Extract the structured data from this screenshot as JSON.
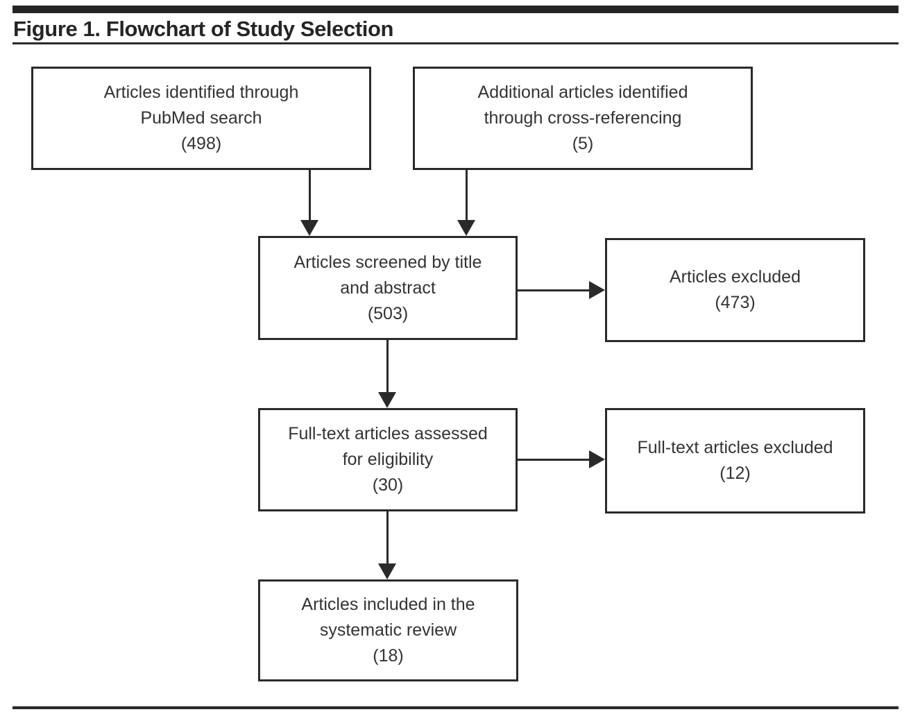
{
  "figure": {
    "title": "Figure 1. Flowchart of Study Selection"
  },
  "flowchart": {
    "boxes": [
      {
        "id": "pubmed",
        "lines": [
          "Articles identified through",
          "PubMed search",
          "(498)"
        ],
        "count": 498
      },
      {
        "id": "crossref",
        "lines": [
          "Additional articles identified",
          "through cross-referencing",
          "(5)"
        ],
        "count": 5
      },
      {
        "id": "screened",
        "lines": [
          "Articles screened by title",
          "and abstract",
          "(503)"
        ],
        "count": 503
      },
      {
        "id": "excluded",
        "lines": [
          "Articles excluded",
          "(473)"
        ],
        "count": 473
      },
      {
        "id": "fulltext_assessed",
        "lines": [
          "Full-text articles assessed",
          "for eligibility",
          "(30)"
        ],
        "count": 30
      },
      {
        "id": "fulltext_excluded",
        "lines": [
          "Full-text articles excluded",
          "(12)"
        ],
        "count": 12
      },
      {
        "id": "included",
        "lines": [
          "Articles included in the",
          "systematic review",
          "(18)"
        ],
        "count": 18
      }
    ],
    "arrows": [
      {
        "from": "pubmed",
        "to": "screened",
        "direction": "down"
      },
      {
        "from": "crossref",
        "to": "screened",
        "direction": "down"
      },
      {
        "from": "screened",
        "to": "excluded",
        "direction": "right"
      },
      {
        "from": "screened",
        "to": "fulltext_assessed",
        "direction": "down"
      },
      {
        "from": "fulltext_assessed",
        "to": "fulltext_excluded",
        "direction": "right"
      },
      {
        "from": "fulltext_assessed",
        "to": "included",
        "direction": "down"
      }
    ]
  },
  "colors": {
    "ink": "#2b2a29",
    "title_ink": "#262424",
    "box_text": "#353332",
    "background": "#ffffff"
  }
}
